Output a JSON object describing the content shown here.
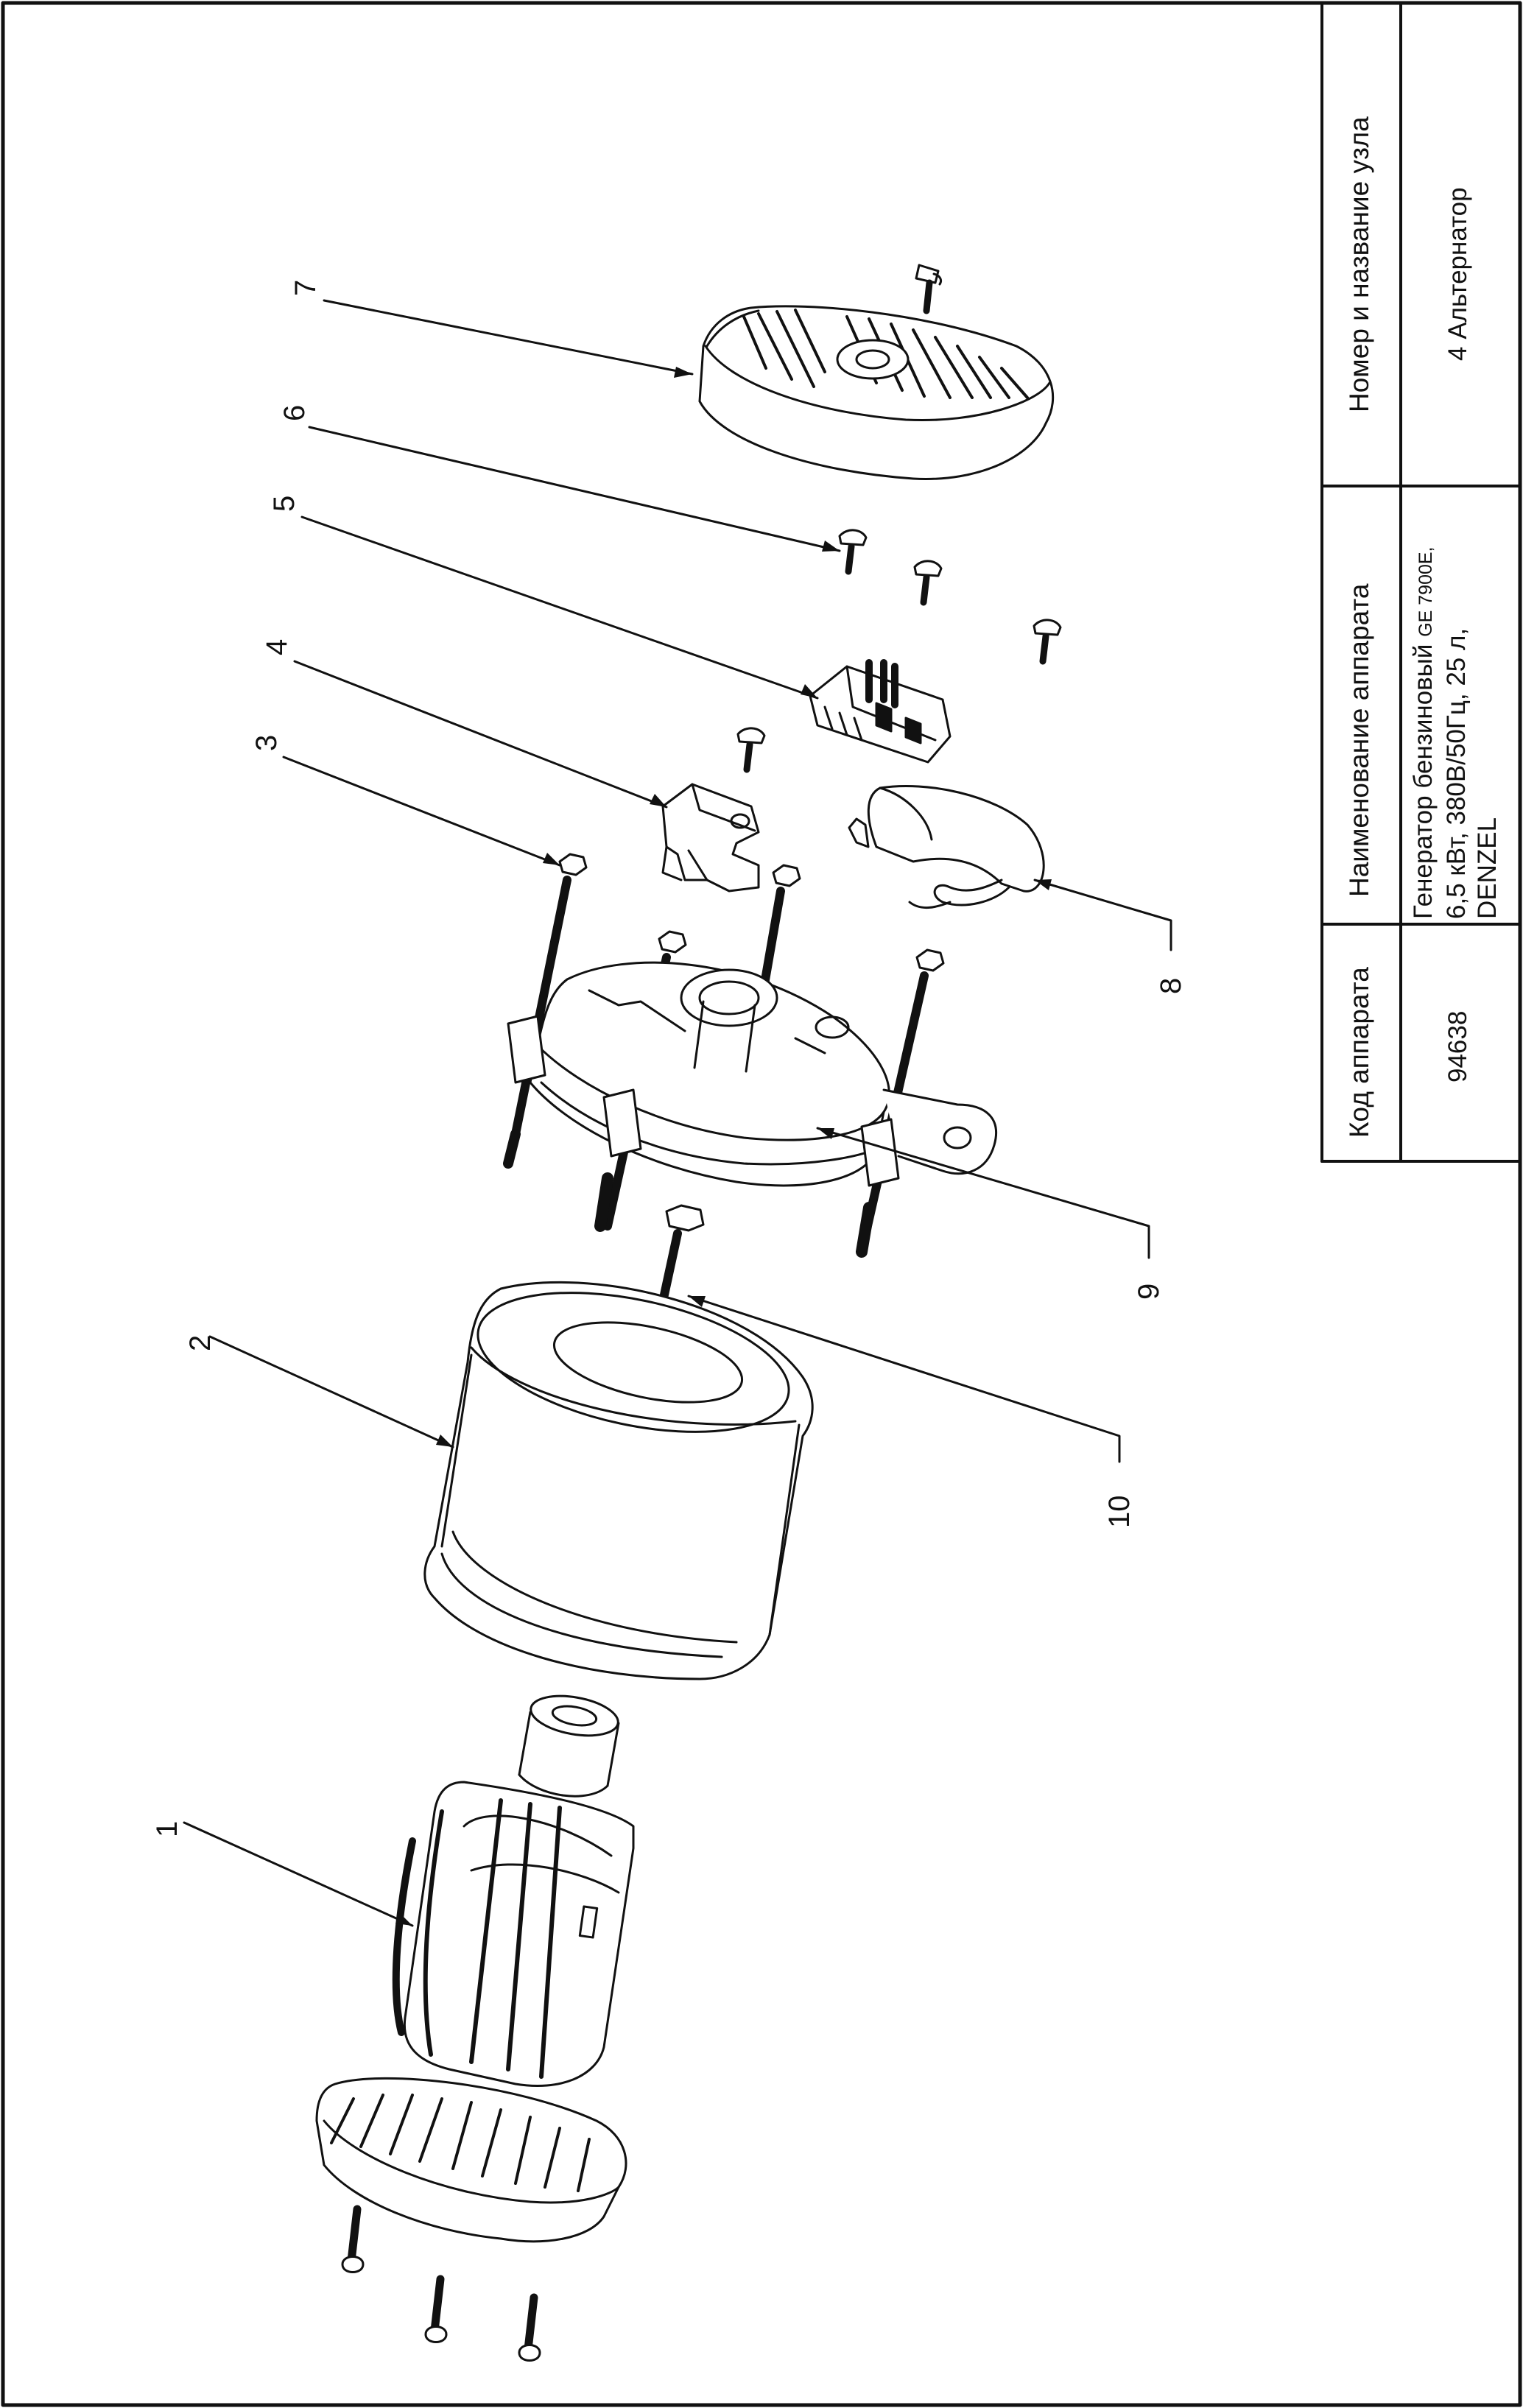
{
  "title_block": {
    "code_header": "Код аппарата",
    "code_value": "94638",
    "name_header": "Наименование аппарата",
    "name_line1_main": "Генератор бензиновый ",
    "name_line1_small": "GE 7900E,",
    "name_line2": "6,5 кВт, 380В/50Гц, 25 л,",
    "name_line3": "DENZEL",
    "node_header": "Номер и название узла",
    "node_value": "4 Альтернатор"
  },
  "callouts": {
    "c1": "1",
    "c2": "2",
    "c3": "3",
    "c4": "4",
    "c5": "5",
    "c6": "6",
    "c7": "7",
    "c8": "8",
    "c9": "9",
    "c10": "10"
  },
  "colors": {
    "line": "#111111",
    "fill": "#ffffff",
    "shade": "#e6e6e6"
  }
}
